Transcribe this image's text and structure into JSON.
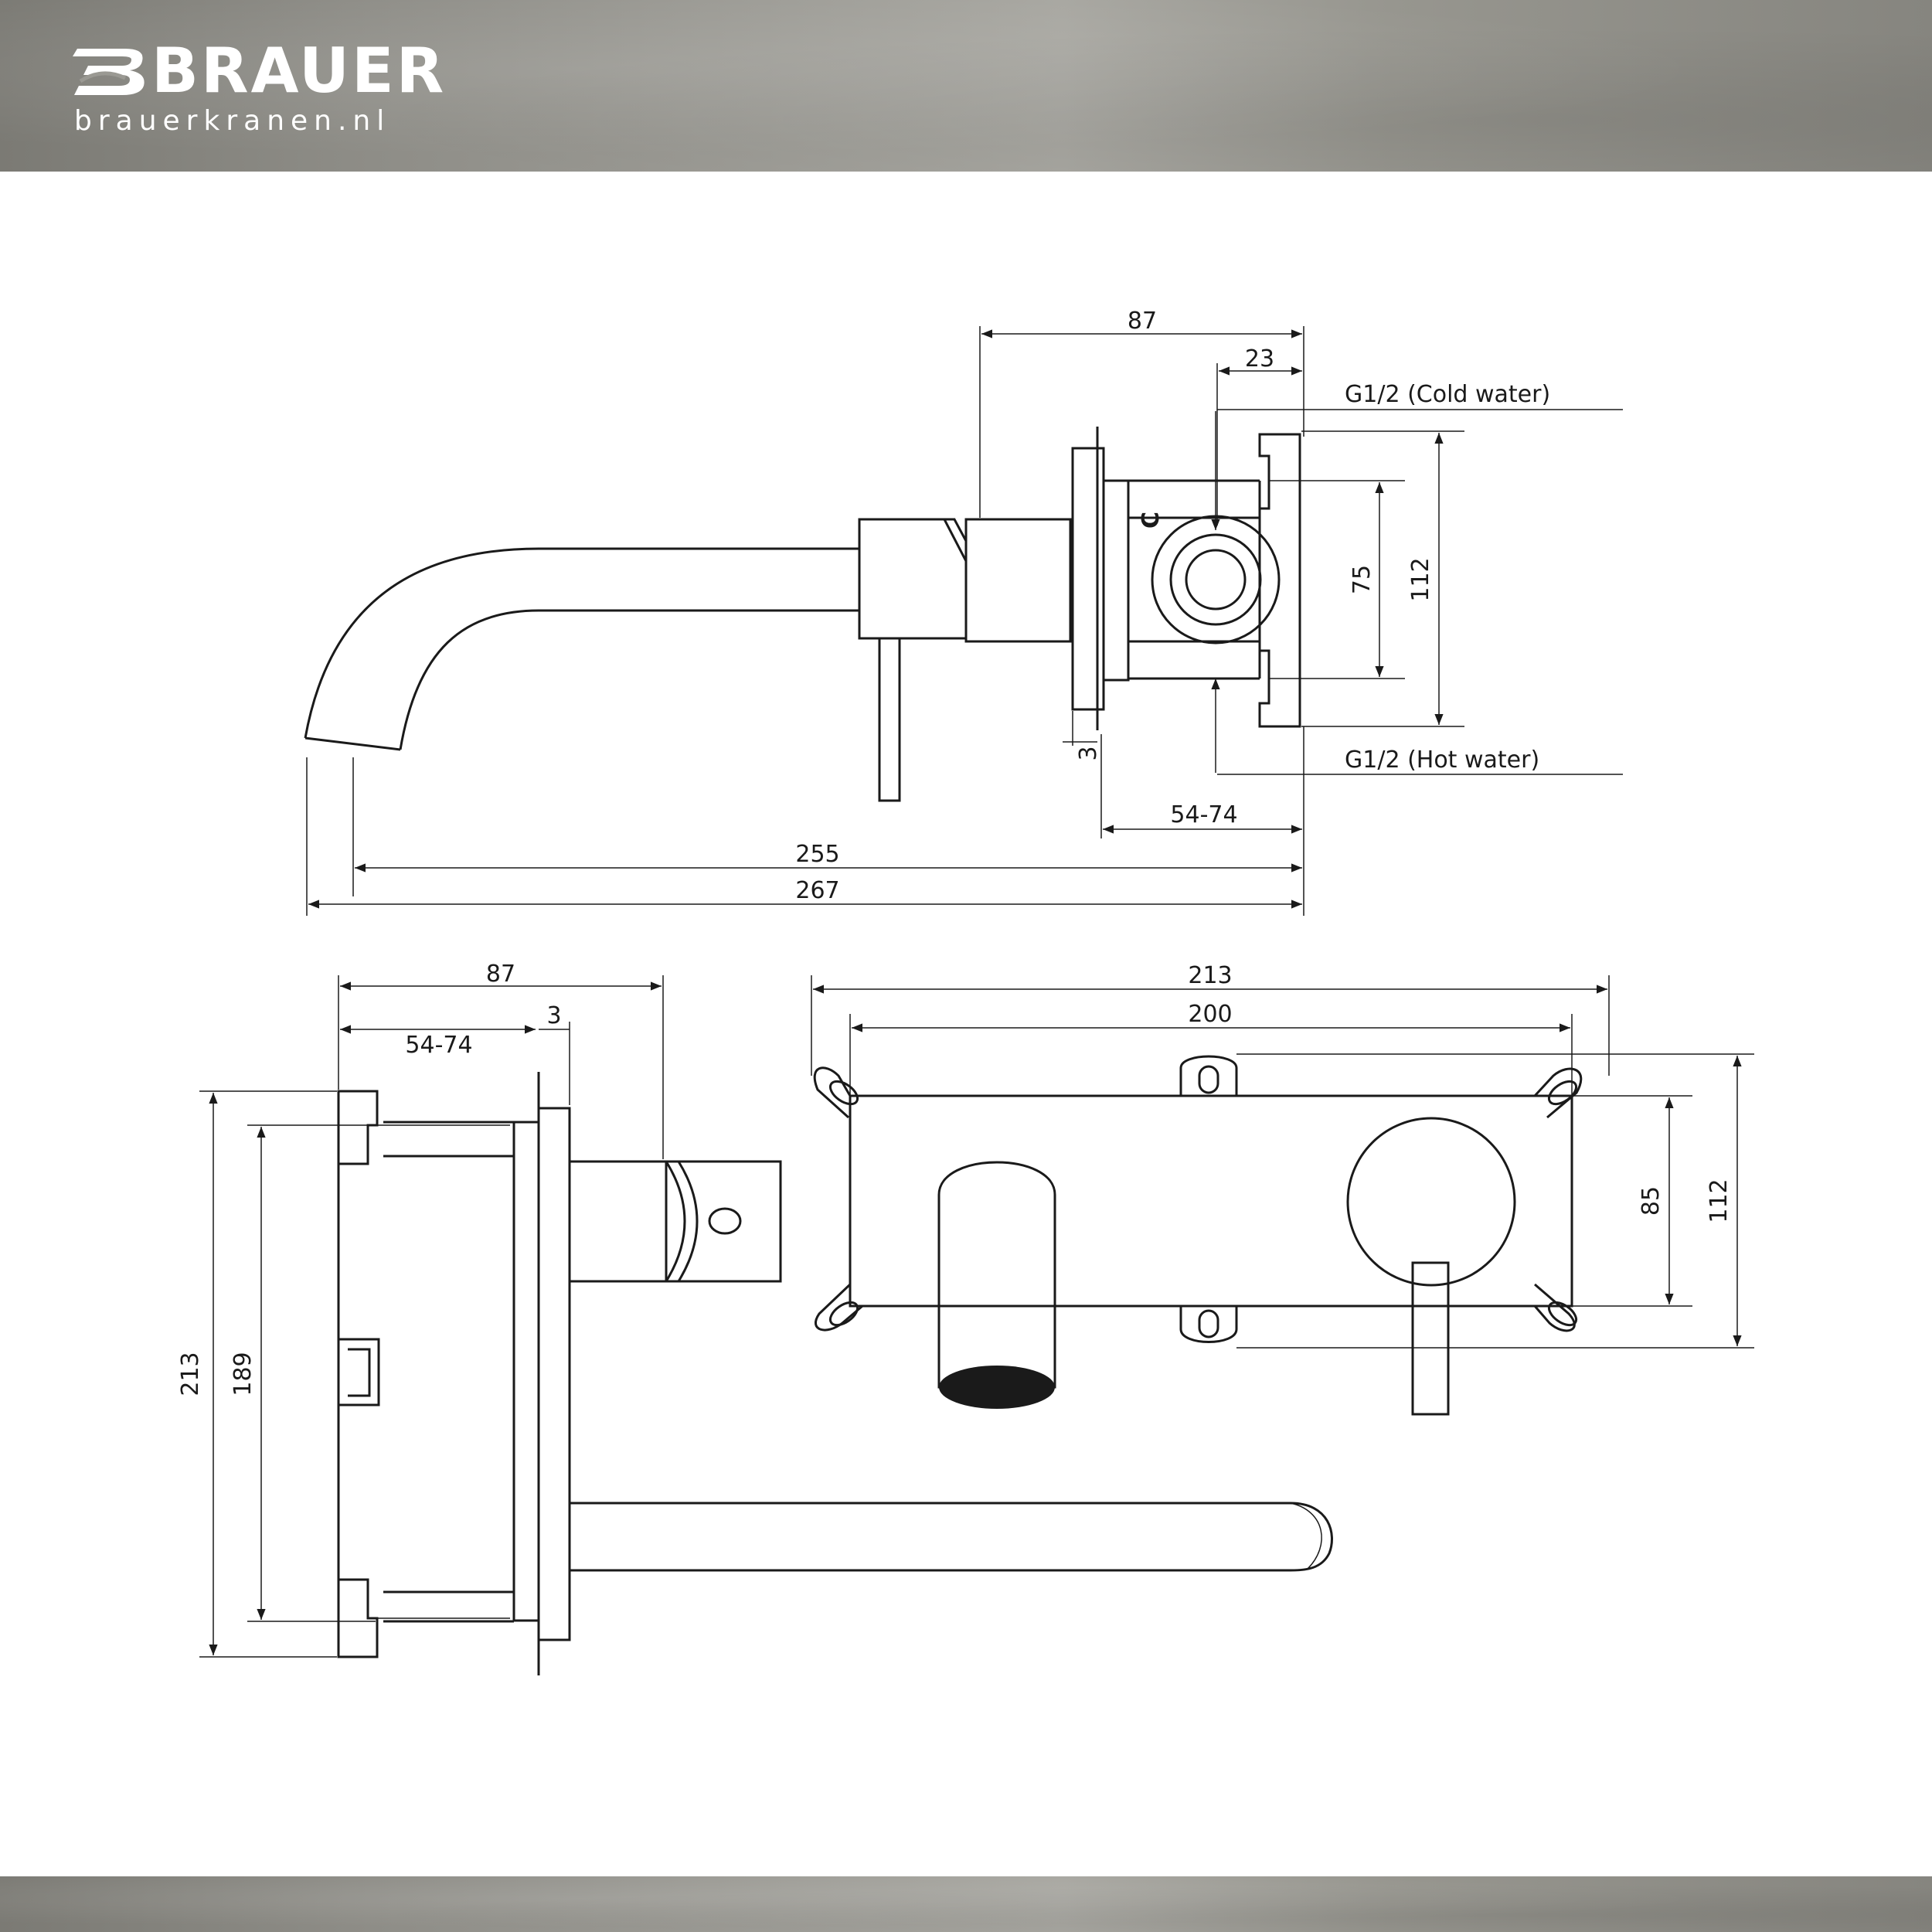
{
  "brand": {
    "name": "BRAUER",
    "url": "brauerkranen.nl"
  },
  "side_view": {
    "dim_87": "87",
    "dim_23": "23",
    "label_cold": "G1/2 (Cold water)",
    "label_hot": "G1/2 (Hot water)",
    "dim_75": "75",
    "dim_112": "112",
    "dim_3": "3",
    "dim_54_74": "54-74",
    "dim_255": "255",
    "dim_267": "267",
    "marker_c": "C"
  },
  "top_view": {
    "dim_87": "87",
    "dim_3": "3",
    "dim_54_74": "54-74",
    "dim_213": "213",
    "dim_189": "189"
  },
  "front_view": {
    "dim_213": "213",
    "dim_200": "200",
    "dim_85": "85",
    "dim_112": "112"
  },
  "colors": {
    "line": "#1a1a1a",
    "band": "#9a9993",
    "logo_text": "#ffffff"
  }
}
